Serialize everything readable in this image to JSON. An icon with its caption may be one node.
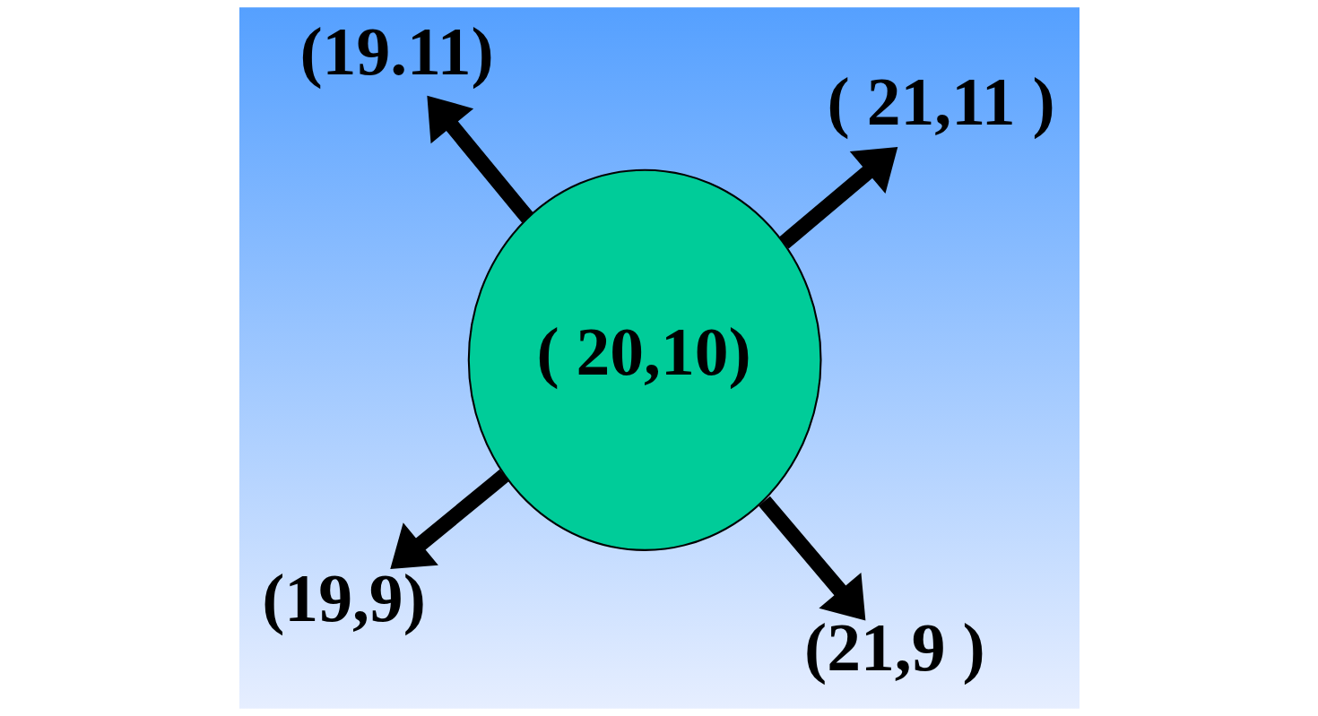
{
  "diagram": {
    "nodes": [
      {
        "text": [
          "(19,9)"
        ]
      },
      {
        "text": [
          "(21,9 )"
        ]
      },
      {
        "text": [
          "( 20,10)"
        ]
      },
      {
        "text": [
          "(19.11)"
        ]
      },
      {
        "text": [
          "( 21,11 )"
        ]
      }
    ],
    "edges": [
      {
        "from": 2,
        "to": 0,
        "arrow": "to"
      },
      {
        "from": 2,
        "to": 1,
        "arrow": "to"
      },
      {
        "from": 2,
        "to": 3,
        "arrow": "to"
      },
      {
        "from": 2,
        "to": 4,
        "arrow": "to"
      }
    ]
  }
}
